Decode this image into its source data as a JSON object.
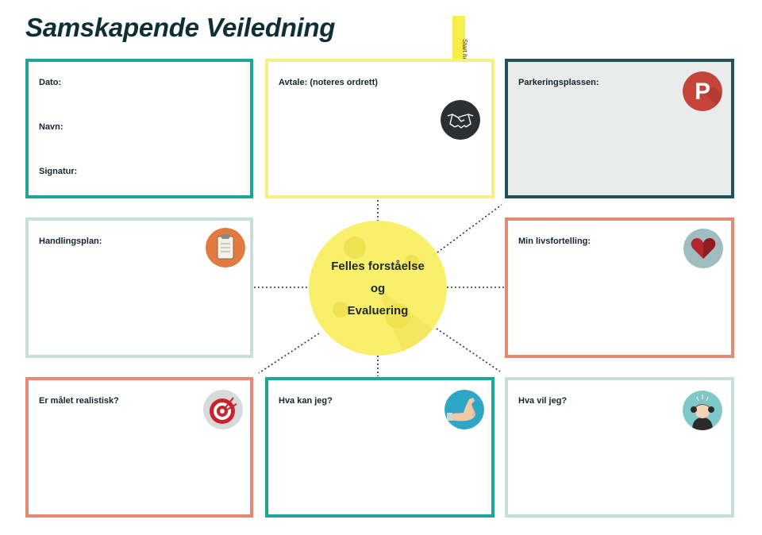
{
  "title": "Samskapende Veiledning",
  "start_label": "Start her",
  "center": {
    "line1": "Felles forståelse",
    "line2": "og",
    "line3": "Evaluering"
  },
  "boxes": {
    "info": {
      "fields": [
        "Dato:",
        "Navn:",
        "Signatur:"
      ]
    },
    "avtale": {
      "label": "Avtale: (noteres ordrett)",
      "icon": "handshake-icon"
    },
    "parkering": {
      "label": "Parkeringsplassen:",
      "icon": "parking-icon",
      "icon_letter": "P"
    },
    "handlingsplan": {
      "label": "Handlingsplan:",
      "icon": "clipboard-icon"
    },
    "livsfortelling": {
      "label": "Min livsfortelling:",
      "icon": "heart-icon"
    },
    "malet": {
      "label": "Er målet realistisk?",
      "icon": "target-icon"
    },
    "kan": {
      "label": "Hva kan jeg?",
      "icon": "flexed-arm-icon"
    },
    "vil": {
      "label": "Hva vil jeg?",
      "icon": "thinking-person-icon"
    }
  },
  "colors": {
    "teal": "#1da596",
    "yellow": "#f6ef81",
    "dark_teal": "#24505a",
    "light": "#c5dfd9",
    "salmon": "#e48a73",
    "center_yellow": "#faef6a"
  }
}
